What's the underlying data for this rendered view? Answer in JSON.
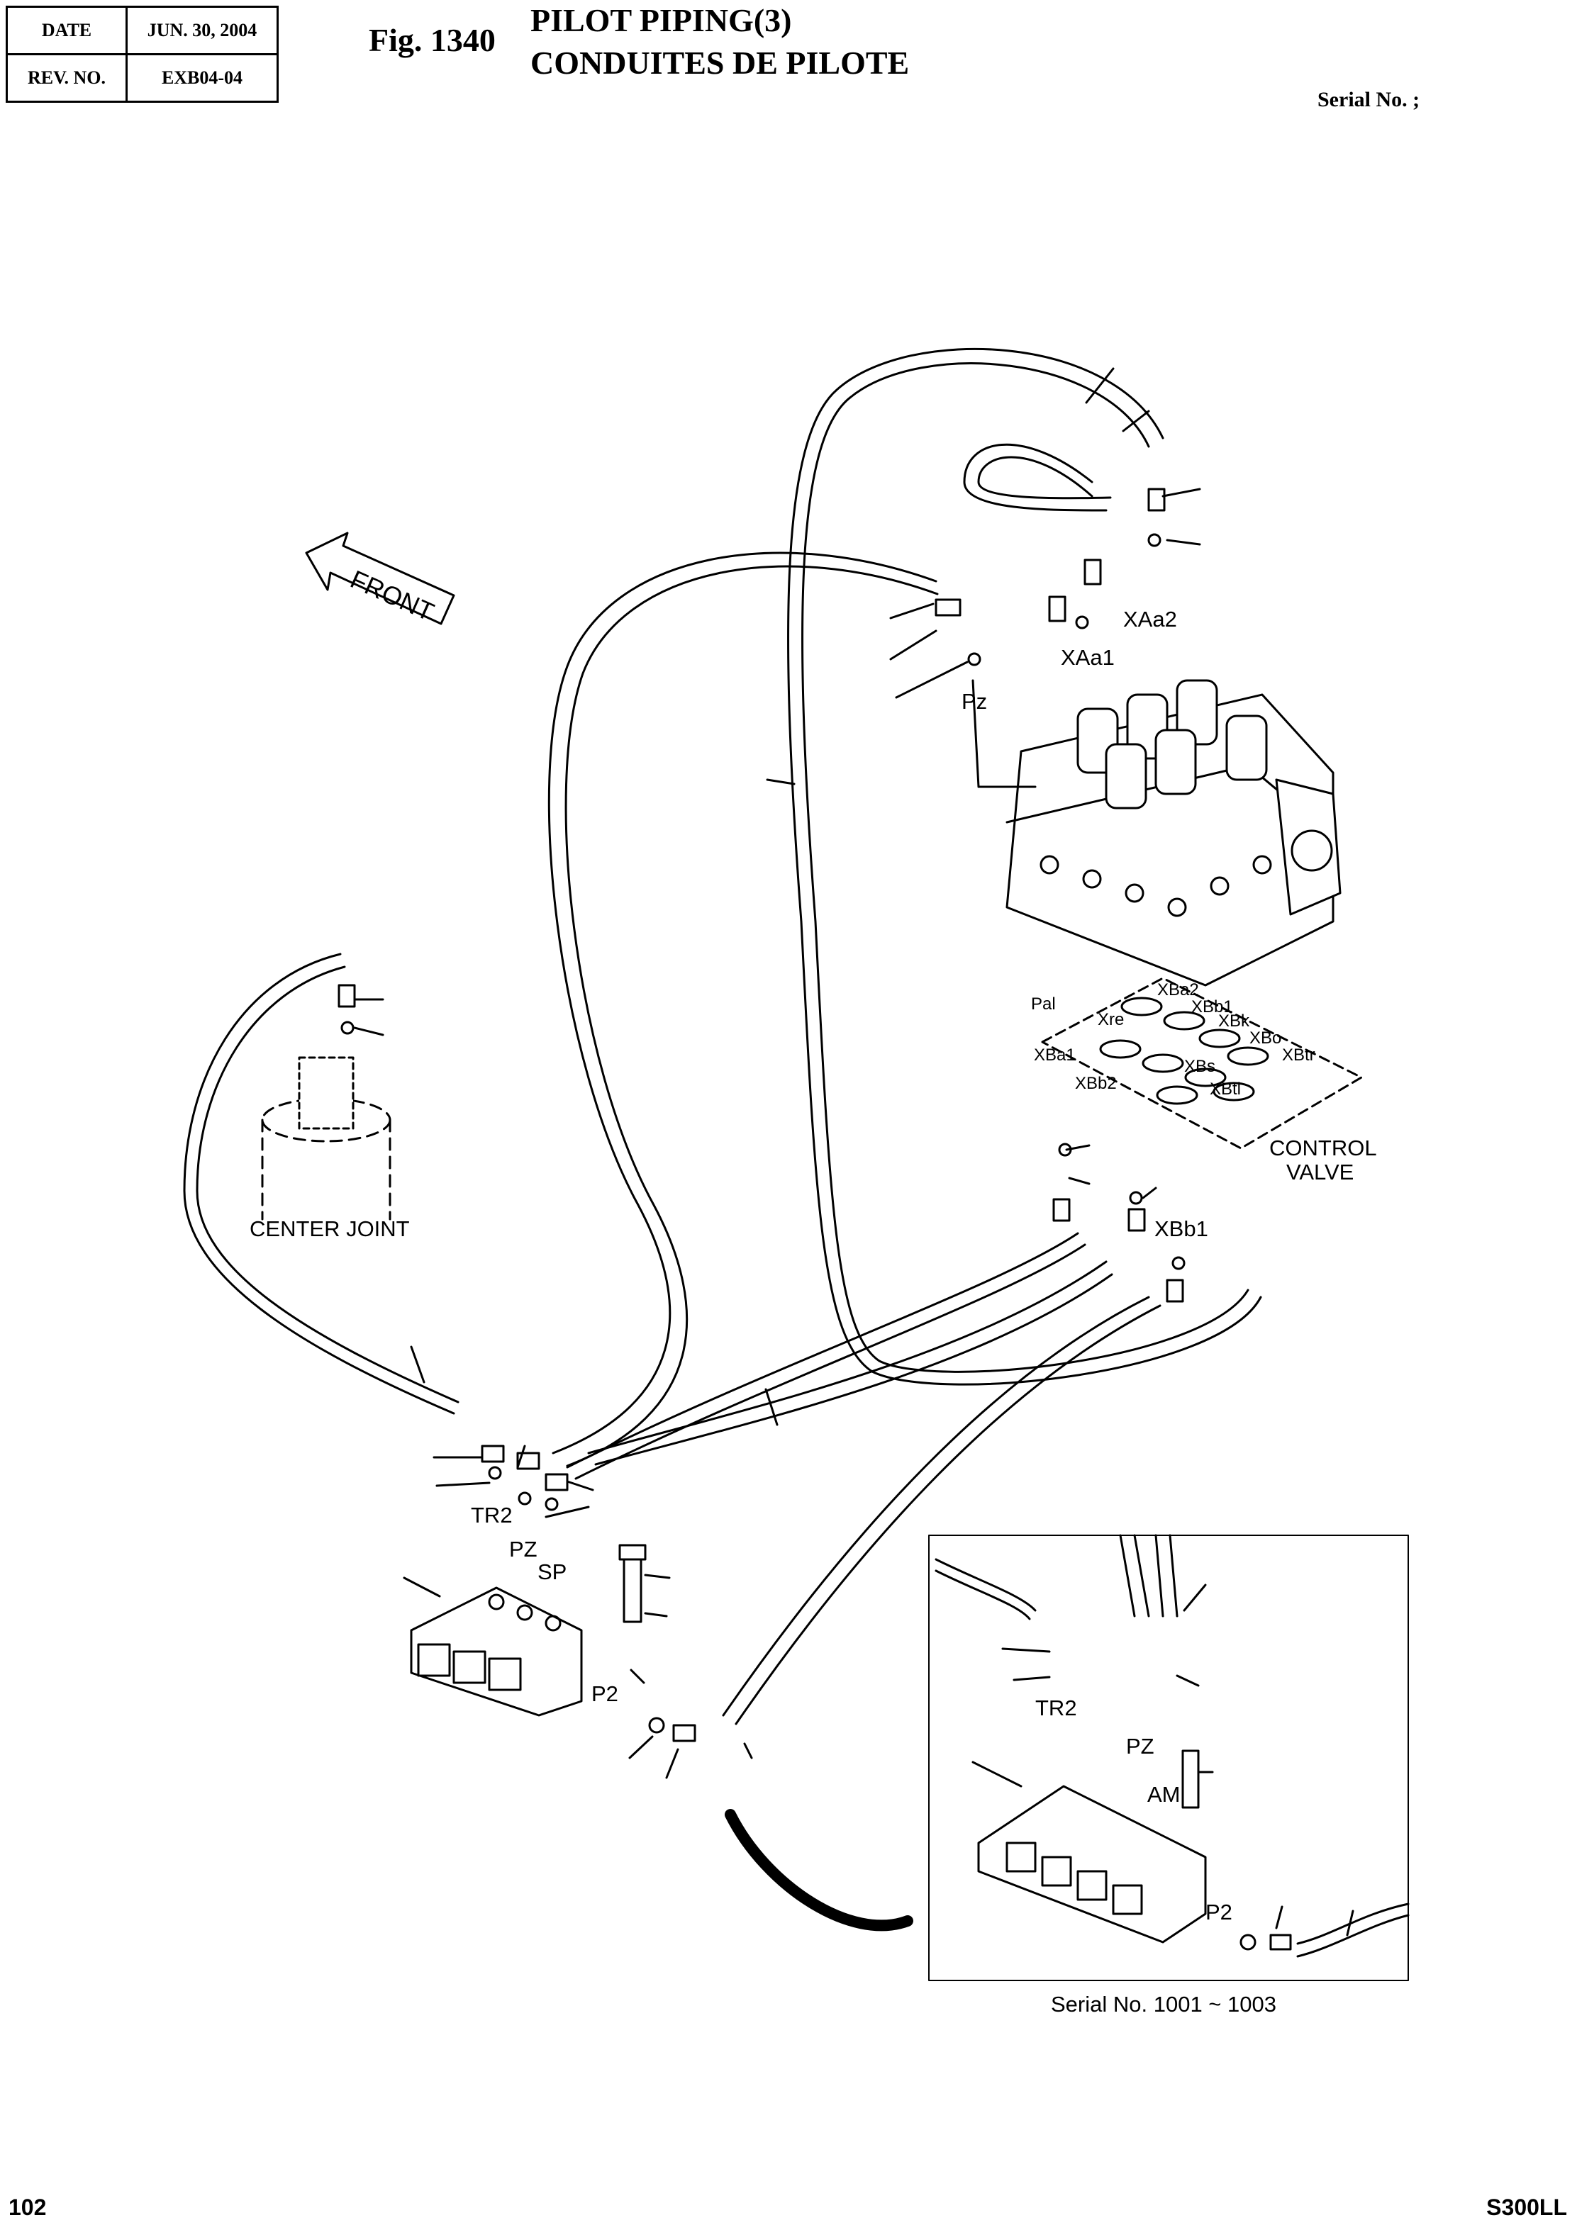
{
  "header": {
    "date_label": "DATE",
    "date_value": "JUN. 30, 2004",
    "rev_label": "REV. NO.",
    "rev_value": "EXB04-04"
  },
  "figure": {
    "number": "Fig. 1340",
    "title_en": "PILOT PIPING(3)",
    "title_fr": "CONDUITES DE PILOTE",
    "serial": "Serial No. ;"
  },
  "labels": {
    "front": "FRONT",
    "xaa2": "XAa2",
    "xaa1": "XAa1",
    "pz_top": "Pz",
    "center_joint": "CENTER JOINT",
    "pal": "Pal",
    "xba2": "XBa2",
    "xbb1_port": "XBb1",
    "xre": "Xre",
    "xbk": "XBk",
    "xbo": "XBo",
    "xba1": "XBa1",
    "xbs": "XBs",
    "xbtr": "XBtr",
    "xbb2": "XBb2",
    "xbtl": "XBtl",
    "control_valve_1": "CONTROL",
    "control_valve_2": "VALVE",
    "xbb1_fit": "XBb1",
    "tr2": "TR2",
    "pz_mid": "PZ",
    "sp": "SP",
    "p2": "P2",
    "inset_tr2": "TR2",
    "inset_pz": "PZ",
    "inset_am": "AM",
    "inset_p2": "P2",
    "inset_caption": "Serial No. 1001 ~ 1003"
  },
  "footer": {
    "page": "102",
    "model": "S300LL"
  }
}
